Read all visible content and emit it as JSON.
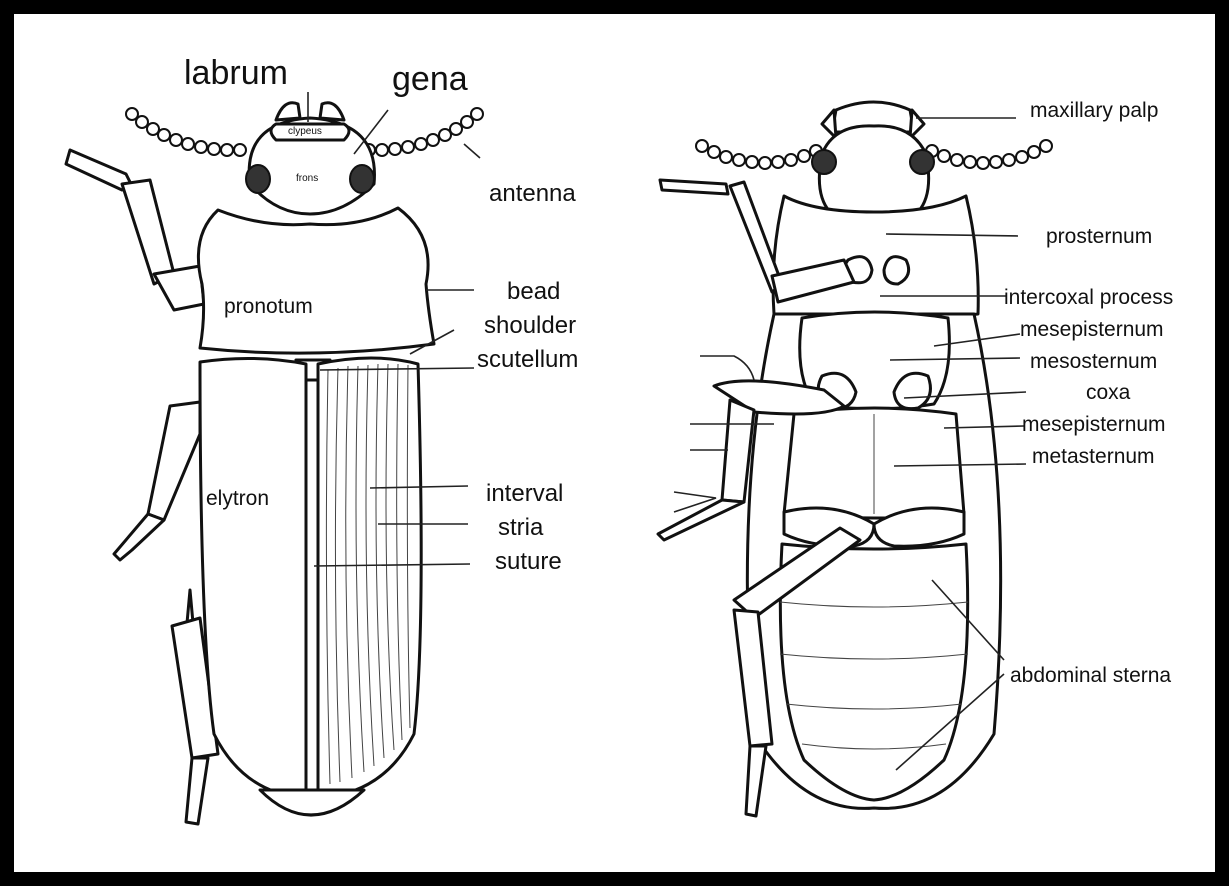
{
  "dorsal": {
    "labrum": "labrum",
    "gena": "gena",
    "clypeus": "clypeus",
    "frons": "frons",
    "antenna": "antenna",
    "pronotum": "pronotum",
    "bead": "bead",
    "shoulder": "shoulder",
    "scutellum": "scutellum",
    "elytron": "elytron",
    "interval": "interval",
    "stria": "stria",
    "suture": "suture"
  },
  "ventral": {
    "maxillary_palp": "maxillary palp",
    "prosternum": "prosternum",
    "intercoxal_process": "intercoxal process",
    "mesepisternum_1": "mesepisternum",
    "mesosternum": "mesosternum",
    "coxa": "coxa",
    "mesepisternum_2": "mesepisternum",
    "metasternum": "metasternum",
    "abdominal_sterna": "abdominal sterna"
  }
}
